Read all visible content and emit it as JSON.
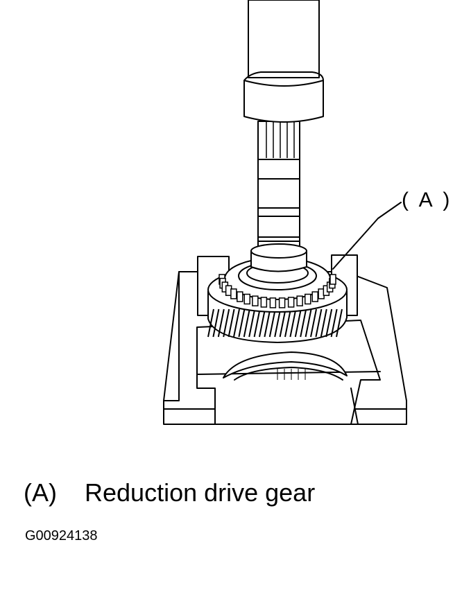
{
  "figure": {
    "callout": "( A )",
    "legend": {
      "key": "(A)",
      "text": "Reduction drive gear"
    },
    "figure_id": "G00924138"
  }
}
